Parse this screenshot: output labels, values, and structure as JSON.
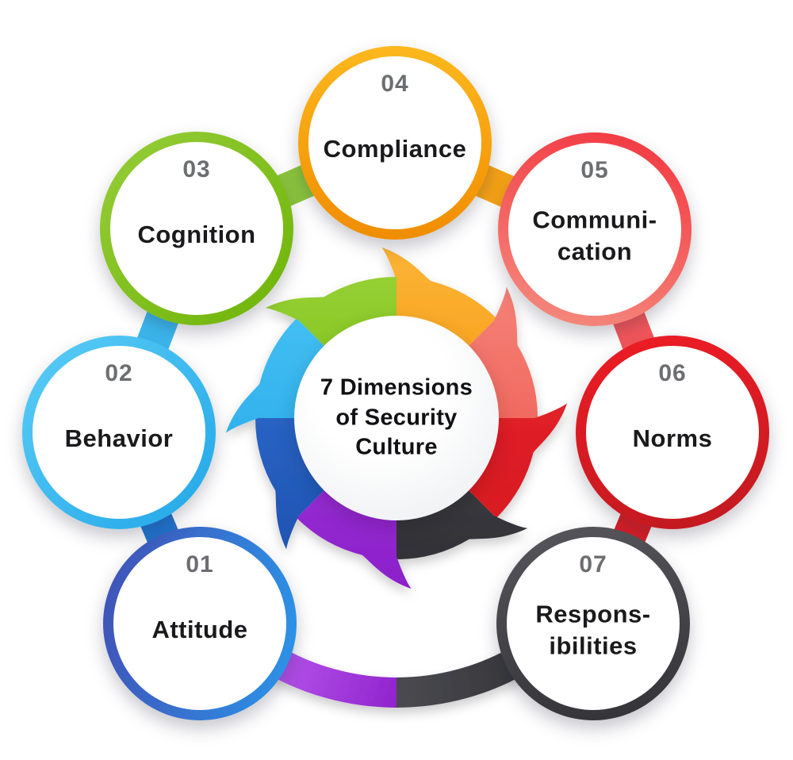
{
  "diagram_title": "7 Dimensions of Security Culture",
  "background": "#ffffff",
  "center": {
    "lines": [
      "7 Dimensions",
      "of Security",
      "Culture"
    ],
    "text_color": "#111114",
    "bg_from": "#ffffff",
    "bg_to": "#e9ebee"
  },
  "number_color": "#6d6e71",
  "label_color": "#1a1a1c",
  "nodes": [
    {
      "id": "attitude",
      "number": "01",
      "label_lines": [
        "Attitude"
      ],
      "ring_from": "#4150b5",
      "ring_to": "#2b96ea",
      "ring_angle": "100deg"
    },
    {
      "id": "behavior",
      "number": "02",
      "label_lines": [
        "Behavior"
      ],
      "ring_from": "#5bcdf6",
      "ring_to": "#22a7e8",
      "ring_angle": "135deg"
    },
    {
      "id": "cognition",
      "number": "03",
      "label_lines": [
        "Cognition"
      ],
      "ring_from": "#97ce3a",
      "ring_to": "#6db306",
      "ring_angle": "135deg"
    },
    {
      "id": "compliance",
      "number": "04",
      "label_lines": [
        "Compliance"
      ],
      "ring_from": "#fdb81e",
      "ring_to": "#f08d00",
      "ring_angle": "180deg"
    },
    {
      "id": "communication",
      "number": "05",
      "label_lines": [
        "Communi-",
        "cation"
      ],
      "ring_from": "#f2353f",
      "ring_to": "#f58d80",
      "ring_angle": "195deg"
    },
    {
      "id": "norms",
      "number": "06",
      "label_lines": [
        "Norms"
      ],
      "ring_from": "#ee1c25",
      "ring_to": "#c01a20",
      "ring_angle": "170deg"
    },
    {
      "id": "responsibilities",
      "number": "07",
      "label_lines": [
        "Respons-",
        "ibilities"
      ],
      "ring_from": "#56565c",
      "ring_to": "#323237",
      "ring_angle": "170deg"
    }
  ],
  "pinwheel_segments": [
    {
      "name": "orange",
      "from": "#fcb434",
      "to": "#f08400"
    },
    {
      "name": "salmon",
      "from": "#f5887e",
      "to": "#ee4c43"
    },
    {
      "name": "red",
      "from": "#ee2b33",
      "to": "#d2151d"
    },
    {
      "name": "dark-gray",
      "from": "#55555b",
      "to": "#2e2e33"
    },
    {
      "name": "purple",
      "from": "#b14ae8",
      "to": "#8b1fc9"
    },
    {
      "name": "blue",
      "from": "#3677d9",
      "to": "#1c4fae"
    },
    {
      "name": "light-blue",
      "from": "#4cc6f6",
      "to": "#1ba0e4"
    },
    {
      "name": "green",
      "from": "#99d437",
      "to": "#68ab04"
    }
  ],
  "connectors": {
    "attitude-behavior": "#2176d2",
    "behavior-cognition": "#3cb9f0",
    "cognition-compliance": "#8cc63e",
    "compliance-communication": "#f6a316",
    "communication-norms": "#f4575c",
    "norms-responsibilities": "#dd1f26",
    "arc_purple_from": "#b756ec",
    "arc_purple_to": "#9023cd",
    "arc_gray_from": "#4a4a50",
    "arc_gray_to": "#353539"
  }
}
